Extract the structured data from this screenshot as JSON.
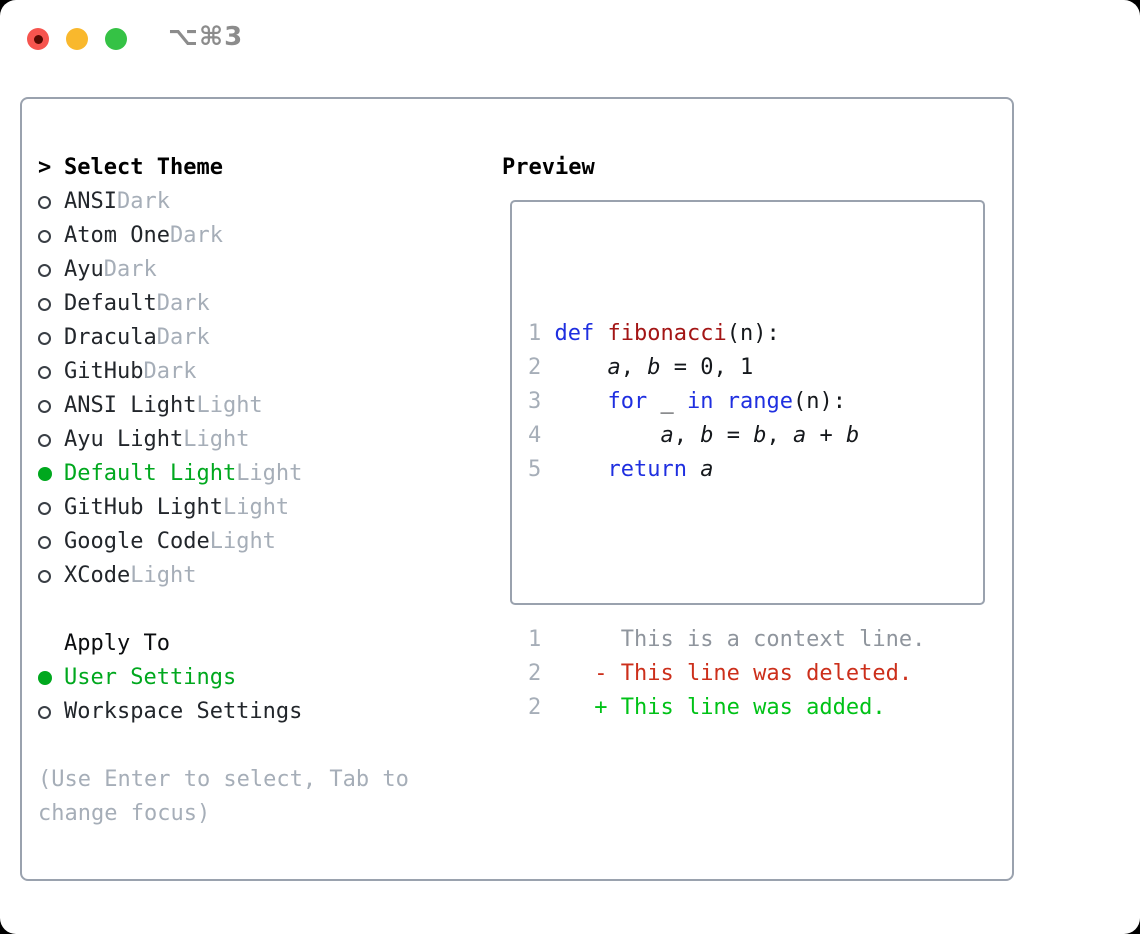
{
  "window": {
    "title": "⌥⌘3"
  },
  "theme_menu": {
    "prompt": ">",
    "title": "Select Theme",
    "items": [
      {
        "name": "ANSI",
        "variant": "Dark",
        "selected": false
      },
      {
        "name": "Atom One",
        "variant": "Dark",
        "selected": false
      },
      {
        "name": "Ayu",
        "variant": "Dark",
        "selected": false
      },
      {
        "name": "Default",
        "variant": "Dark",
        "selected": false
      },
      {
        "name": "Dracula",
        "variant": "Dark",
        "selected": false
      },
      {
        "name": "GitHub",
        "variant": "Dark",
        "selected": false
      },
      {
        "name": "ANSI Light",
        "variant": "Light",
        "selected": false
      },
      {
        "name": "Ayu Light",
        "variant": "Light",
        "selected": false
      },
      {
        "name": "Default Light",
        "variant": "Light",
        "selected": true
      },
      {
        "name": "GitHub Light",
        "variant": "Light",
        "selected": false
      },
      {
        "name": "Google Code",
        "variant": "Light",
        "selected": false
      },
      {
        "name": "XCode",
        "variant": "Light",
        "selected": false
      }
    ],
    "apply_to": {
      "title": "Apply To",
      "options": [
        {
          "name": "User Settings",
          "selected": true
        },
        {
          "name": "Workspace Settings",
          "selected": false
        }
      ]
    },
    "hint_lines": [
      "(Use Enter to select, Tab to",
      "change focus)"
    ]
  },
  "preview": {
    "title": "Preview",
    "code_lines": [
      {
        "num": "1",
        "segments": [
          {
            "t": "def",
            "c": "k"
          },
          {
            "t": " ",
            "c": "p"
          },
          {
            "t": "fibonacci",
            "c": "f"
          },
          {
            "t": "(n):",
            "c": "p"
          }
        ]
      },
      {
        "num": "2",
        "segments": [
          {
            "t": "    ",
            "c": "p"
          },
          {
            "t": "a",
            "c": "v"
          },
          {
            "t": ", ",
            "c": "p"
          },
          {
            "t": "b",
            "c": "v"
          },
          {
            "t": " = 0, 1",
            "c": "p"
          }
        ]
      },
      {
        "num": "3",
        "segments": [
          {
            "t": "    ",
            "c": "p"
          },
          {
            "t": "for",
            "c": "k"
          },
          {
            "t": " _ ",
            "c": "p"
          },
          {
            "t": "in",
            "c": "k"
          },
          {
            "t": " ",
            "c": "p"
          },
          {
            "t": "range",
            "c": "k"
          },
          {
            "t": "(n):",
            "c": "p"
          }
        ]
      },
      {
        "num": "4",
        "segments": [
          {
            "t": "        ",
            "c": "p"
          },
          {
            "t": "a",
            "c": "v"
          },
          {
            "t": ", ",
            "c": "p"
          },
          {
            "t": "b",
            "c": "v"
          },
          {
            "t": " = ",
            "c": "p"
          },
          {
            "t": "b",
            "c": "v"
          },
          {
            "t": ", ",
            "c": "p"
          },
          {
            "t": "a",
            "c": "v"
          },
          {
            "t": " + ",
            "c": "p"
          },
          {
            "t": "b",
            "c": "v"
          }
        ]
      },
      {
        "num": "5",
        "segments": [
          {
            "t": "    ",
            "c": "p"
          },
          {
            "t": "return",
            "c": "k"
          },
          {
            "t": " ",
            "c": "p"
          },
          {
            "t": "a",
            "c": "v"
          }
        ]
      }
    ],
    "diff_lines": [
      {
        "num": "1",
        "marker": " ",
        "text": "This is a context line.",
        "kind": "context"
      },
      {
        "num": "2",
        "marker": "-",
        "text": "This line was deleted.",
        "kind": "deleted"
      },
      {
        "num": "2",
        "marker": "+",
        "text": "This line was added.",
        "kind": "added"
      }
    ]
  },
  "colors": {
    "accent_green": "#00a81e",
    "muted_gray": "#a6aeb8",
    "dark_text": "#22262b",
    "border_gray": "#9aa2ae",
    "keyword_blue": "#1f2fe0",
    "function_red": "#a31515",
    "diff_deleted_red": "#cc2f1b",
    "diff_added_green": "#00c217",
    "context_gray": "#8f959d",
    "traffic_red": "#f6544e",
    "traffic_yellow": "#f9b82d",
    "traffic_green": "#35c245",
    "title_gray": "#8c8c8c"
  }
}
